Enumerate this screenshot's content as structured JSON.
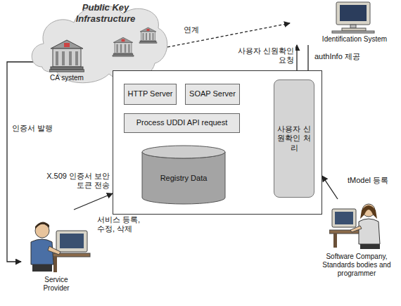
{
  "diagram": {
    "nodes": [
      {
        "text": [
          "Public Key Infrastructure"
        ]
      },
      {
        "text": [
          "CA system"
        ],
        "in": 0
      },
      {
        "text": [
          "Identification System"
        ]
      },
      {
        "text": []
      },
      {
        "text": [
          "HTTP Server"
        ],
        "in": 3
      },
      {
        "text": [
          "SOAP Server"
        ],
        "in": 3
      },
      {
        "text": [
          "Process UDDI API request"
        ],
        "in": 3
      },
      {
        "text": [
          "Registry Data"
        ],
        "in": 3
      },
      {
        "text": [
          "사용자 신원확인 처리"
        ],
        "in": 3
      },
      {
        "text": [
          "Service Provider"
        ]
      },
      {
        "text": [
          "Software Company, Standards bodies and programmer"
        ]
      }
    ],
    "edges": [
      {
        "from": 1,
        "to": 2,
        "arrow": "both",
        "label": "연계"
      },
      {
        "from": 1,
        "to": 9,
        "arrow": "to",
        "label": "인증서 발행"
      },
      {
        "from": 8,
        "to": 2,
        "arrow": "to",
        "label": "사용자 신원확인요청"
      },
      {
        "from": 2,
        "to": 8,
        "arrow": "to",
        "label": "authInfo 제공"
      },
      {
        "from": 9,
        "to": 3,
        "arrow": "to",
        "label": "X.509 인증서 보안토큰 전송"
      },
      {
        "from": 10,
        "to": 3,
        "arrow": "to",
        "label": "tModel 등록"
      }
    ],
    "labels": [
      "서비스 등록, 수정, 삭제"
    ]
  }
}
